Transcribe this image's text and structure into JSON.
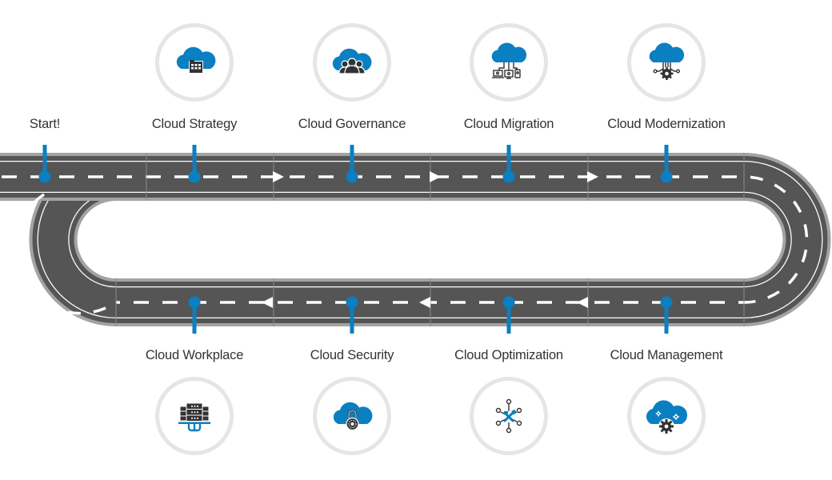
{
  "diagram": {
    "type": "roadmap",
    "direction": "left-to-right on top row, then right-to-left on bottom row",
    "colors": {
      "accent": "#0a7fc2",
      "road": "#555555",
      "road_edge": "#a3a3a3",
      "lane_marking": "#ffffff",
      "icon_ring": "#e3e6e9",
      "icon_dark": "#333333",
      "label_text": "#333333"
    },
    "start": {
      "label": "Start!"
    },
    "top_row": [
      {
        "id": "strategy",
        "label": "Cloud Strategy",
        "icon": "cloud-folder-grid-icon"
      },
      {
        "id": "governance",
        "label": "Cloud Governance",
        "icon": "cloud-people-icon"
      },
      {
        "id": "migration",
        "label": "Cloud Migration",
        "icon": "cloud-devices-icon"
      },
      {
        "id": "modernization",
        "label": "Cloud Modernization",
        "icon": "cloud-circuit-gear-icon"
      }
    ],
    "bottom_row": [
      {
        "id": "workplace",
        "label": "Cloud Workplace",
        "icon": "server-rack-icon"
      },
      {
        "id": "security",
        "label": "Cloud Security",
        "icon": "cloud-lock-icon"
      },
      {
        "id": "optimization",
        "label": "Cloud Optimization",
        "icon": "tools-network-icon"
      },
      {
        "id": "management",
        "label": "Cloud Management",
        "icon": "cloud-gears-icon"
      }
    ]
  }
}
